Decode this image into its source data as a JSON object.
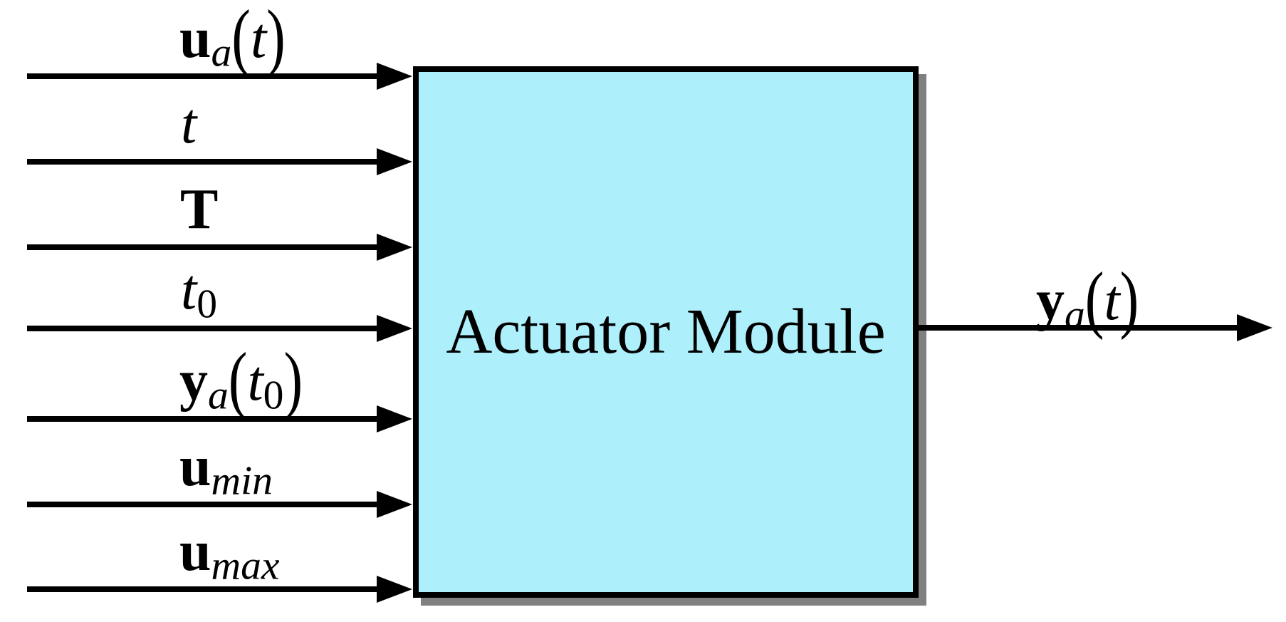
{
  "diagram": {
    "block": {
      "title": "Actuator Module"
    },
    "colors": {
      "block_fill": "#aeeffc",
      "block_border": "#000000",
      "shadow": "#808080",
      "arrow": "#000000",
      "background": "#ffffff"
    },
    "inputs": [
      {
        "base": "u",
        "sub": "a",
        "open": "(",
        "arg": "t",
        "close": ")"
      },
      {
        "base": "t"
      },
      {
        "base": "T"
      },
      {
        "base": "t",
        "sub": "0"
      },
      {
        "base": "y",
        "sub": "a",
        "open": "(",
        "arg": "t",
        "arg_sub": "0",
        "close": ")"
      },
      {
        "base": "u",
        "sub": "min"
      },
      {
        "base": "u",
        "sub": "max"
      }
    ],
    "output": {
      "base": "y",
      "sub": "a",
      "open": "(",
      "arg": "t",
      "close": ")"
    }
  }
}
